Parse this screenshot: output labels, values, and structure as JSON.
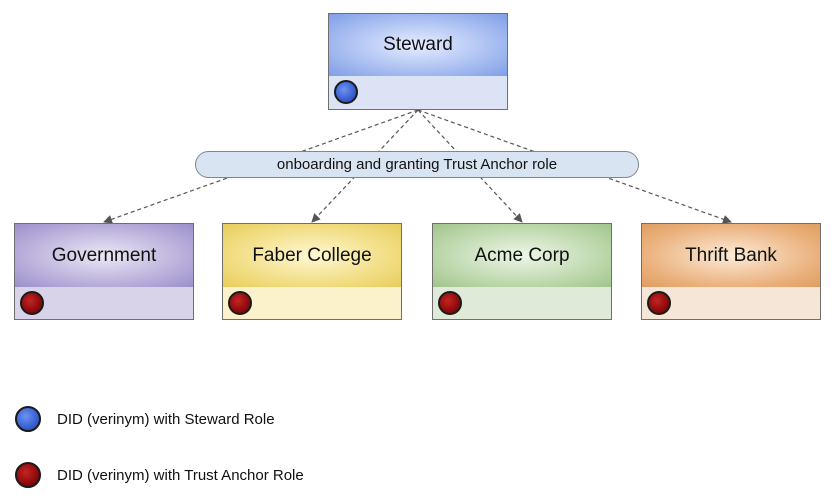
{
  "root": {
    "label": "Steward",
    "role_dot": "blue"
  },
  "edge_label": "onboarding and granting Trust Anchor role",
  "children": [
    {
      "label": "Government",
      "role_dot": "red"
    },
    {
      "label": "Faber College",
      "role_dot": "red"
    },
    {
      "label": "Acme Corp",
      "role_dot": "red"
    },
    {
      "label": "Thrift Bank",
      "role_dot": "red"
    }
  ],
  "legend": [
    {
      "icon": "blue-circle",
      "color": "#3b63d3",
      "text": "DID (verinym) with Steward Role"
    },
    {
      "icon": "red-circle",
      "color": "#920c0c",
      "text": "DID (verinym) with Trust Anchor Role"
    }
  ]
}
